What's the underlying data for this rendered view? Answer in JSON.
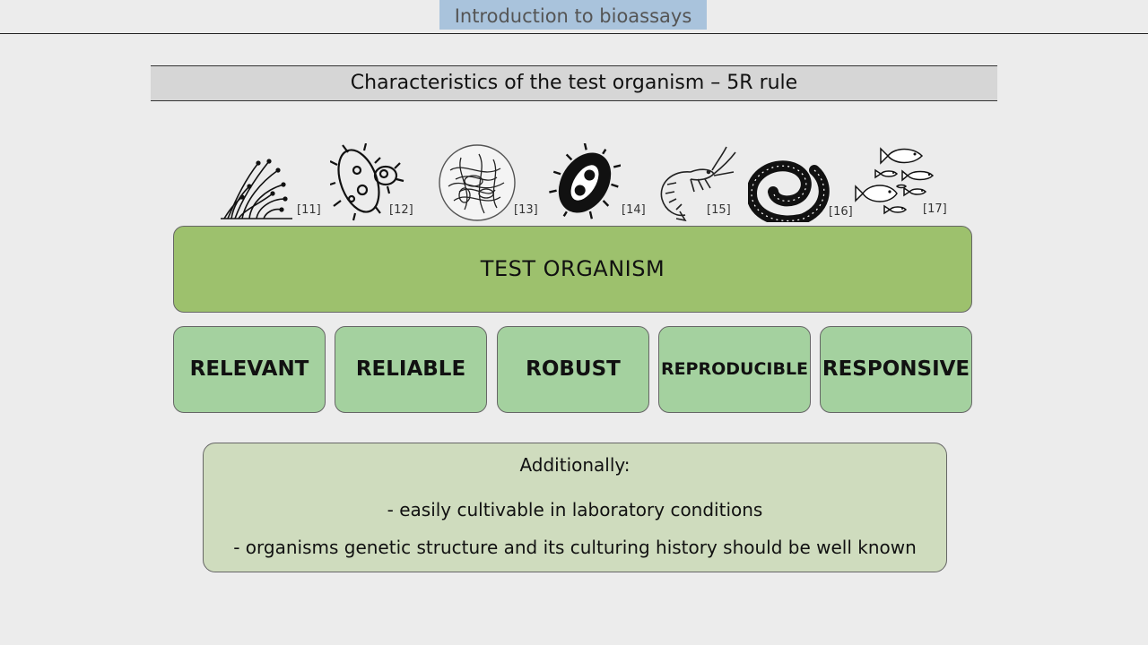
{
  "header": {
    "course_title": "Introduction to bioassays"
  },
  "section": {
    "title": "Characteristics of the test organism – 5R rule"
  },
  "organisms": [
    {
      "icon": "fungi-hyphae-icon",
      "ref": "[11]"
    },
    {
      "icon": "bacteria-icon",
      "ref": "[12]"
    },
    {
      "icon": "algae-culture-icon",
      "ref": "[13]"
    },
    {
      "icon": "paramecium-icon",
      "ref": "[14]"
    },
    {
      "icon": "shrimp-icon",
      "ref": "[15]"
    },
    {
      "icon": "worm-icon",
      "ref": "[16]"
    },
    {
      "icon": "fish-school-icon",
      "ref": "[17]"
    }
  ],
  "main_box": {
    "label": "TEST ORGANISM"
  },
  "criteria": [
    "RELEVANT",
    "RELIABLE",
    "ROBUST",
    "REPRODUCIBLE",
    "RESPONSIVE"
  ],
  "additional": {
    "heading": "Additionally:",
    "items": [
      "- easily cultivable in laboratory conditions",
      "- organisms genetic structure and its culturing history should be well known"
    ]
  },
  "colors": {
    "title_bar": "#a9c3dc",
    "section_bar": "#d6d6d6",
    "test_organism_box": "#9dc16d",
    "criteria_box": "#a4d19f",
    "additional_box": "#cfdcbe"
  }
}
